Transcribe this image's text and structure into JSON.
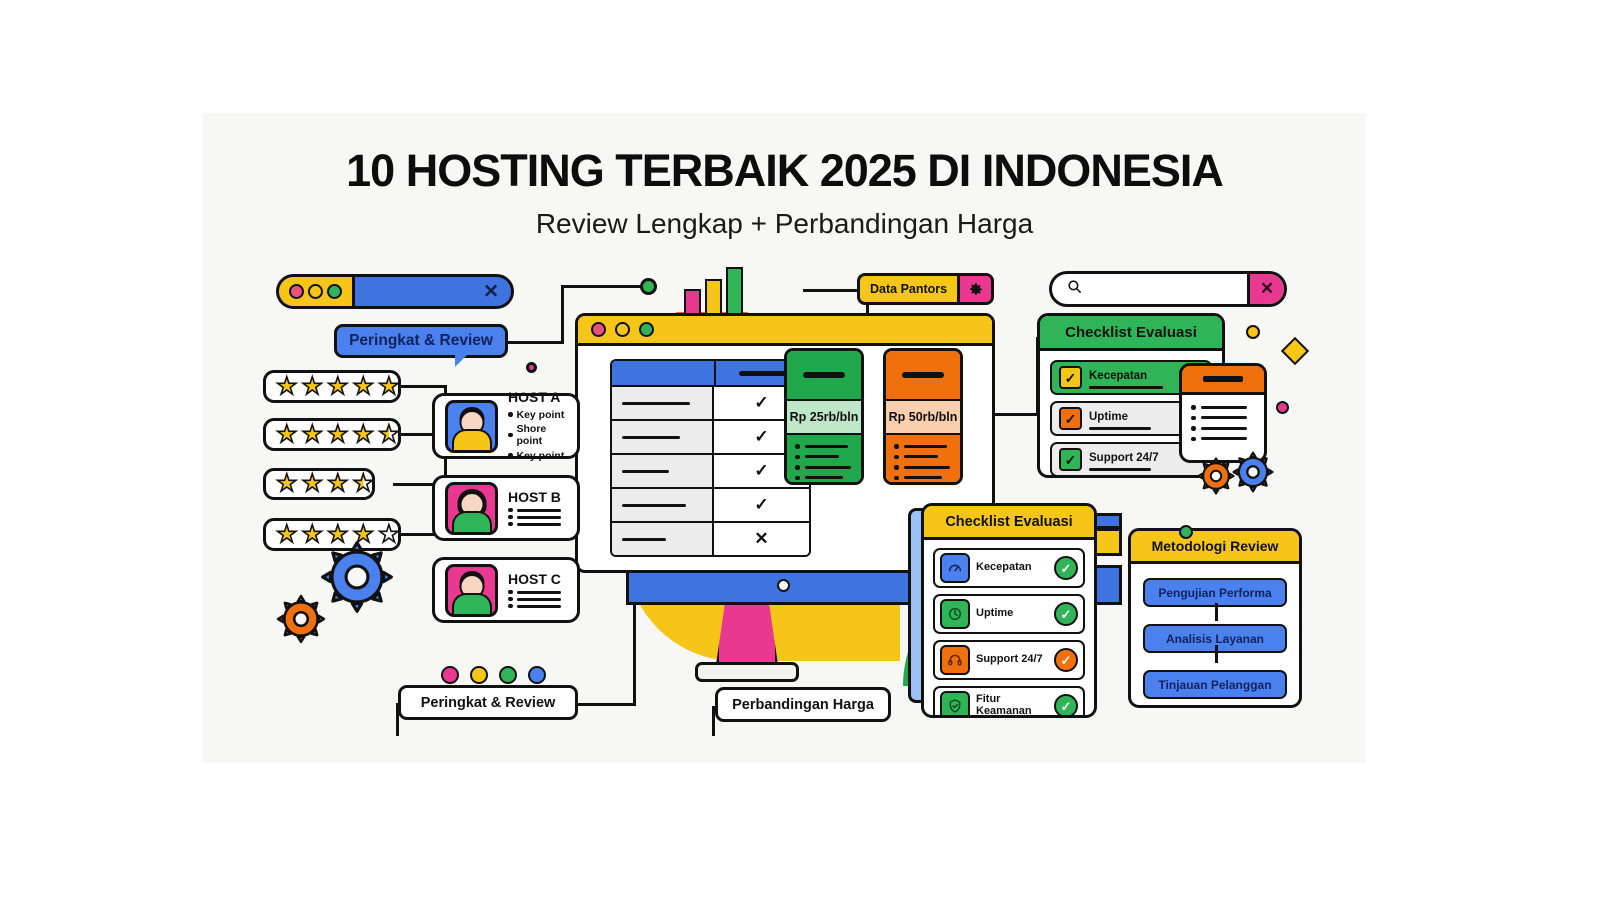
{
  "header": {
    "title": "10 HOSTING TERBAIK 2025 DI INDONESIA",
    "subtitle": "Review Lengkap + Perbandingan Harga"
  },
  "browser_pill": {
    "close_icon": "✕"
  },
  "callout_bubble": {
    "label": "Peringkat & Review"
  },
  "ratings": [
    {
      "name": "rating-5",
      "filled": 5,
      "half": 0,
      "empty": 0
    },
    {
      "name": "rating-4-5",
      "filled": 4,
      "half": 1,
      "empty": 0
    },
    {
      "name": "rating-4",
      "filled": 3,
      "half": 1,
      "empty": 0
    },
    {
      "name": "rating-4-of-5",
      "filled": 4,
      "half": 0,
      "empty": 1
    }
  ],
  "star_glyph": "★",
  "hosts": [
    {
      "name": "HOST A",
      "avatar_bg": "#4b81ef",
      "shirt": "#f5c518",
      "hair": "short",
      "points": [
        "Key point",
        "Shore point",
        "Key point"
      ],
      "text_points": true
    },
    {
      "name": "HOST B",
      "avatar_bg": "#e8388f",
      "shirt": "#2fb457",
      "hair": "long",
      "points": [
        "",
        "",
        ""
      ],
      "text_points": false
    },
    {
      "name": "HOST C",
      "avatar_bg": "#e8388f",
      "shirt": "#2fb457",
      "hair": "short",
      "points": [
        "",
        "",
        ""
      ],
      "text_points": false
    }
  ],
  "tag_data_pantors": {
    "label": "Data Pantors",
    "gear_icon": "gear-icon"
  },
  "search_bar": {
    "placeholder": "",
    "value": "",
    "search_icon": "search-icon",
    "close_icon": "✕"
  },
  "comparison_table": {
    "header_cols": [
      "",
      ""
    ],
    "rows": [
      {
        "label": "",
        "mark": "✓"
      },
      {
        "label": "",
        "mark": "✓"
      },
      {
        "label": "",
        "mark": "✓"
      },
      {
        "label": "",
        "mark": "✓"
      },
      {
        "label": "",
        "mark": "✕"
      }
    ]
  },
  "price_cards": [
    {
      "name": "price-card-green",
      "price": "Rp 25rb/bln",
      "color": "#1fa84c",
      "band": "#bde7c8",
      "bullets": 4
    },
    {
      "name": "price-card-orange",
      "price": "Rp 50rb/bln",
      "color": "#f0700d",
      "band": "#f9cfae",
      "bullets": 4
    }
  ],
  "checklist_top": {
    "title": "Checklist Evaluasi",
    "header_color": "#2fb457",
    "items": [
      {
        "label": "Kecepatan",
        "row_bg": "#2fb457",
        "box_color": "#f5c518",
        "check": "✓"
      },
      {
        "label": "Uptime",
        "row_bg": "#ececec",
        "box_color": "#f0700d",
        "check": "✓"
      },
      {
        "label": "Support 24/7",
        "row_bg": "#ececec",
        "box_color": "#2fb457",
        "check": "✓"
      }
    ]
  },
  "checklist_bottom": {
    "title": "Checklist Evaluasi",
    "header_color": "#f5c518",
    "items": [
      {
        "label": "Kecepatan",
        "icon": "speedometer-icon",
        "icon_bg": "#4b81ef",
        "status_color": "#2fb457",
        "check": "✓"
      },
      {
        "label": "Uptime",
        "icon": "clock-icon",
        "icon_bg": "#2fb457",
        "status_color": "#2fb457",
        "check": "✓"
      },
      {
        "label": "Support 24/7",
        "icon": "headset-icon",
        "icon_bg": "#f0700d",
        "status_color": "#f0700d",
        "check": "✓"
      },
      {
        "label": "Fitur Keamanan",
        "icon": "shield-icon",
        "icon_bg": "#2fb457",
        "status_color": "#2fb457",
        "check": "✓"
      }
    ]
  },
  "methodology": {
    "title": "Metodologi Review",
    "header_color": "#f5c518",
    "steps": [
      "Pengujian Performa",
      "Analisis Layanan",
      "Tinjauan Pelanggan"
    ]
  },
  "list_card": {
    "header_color": "#f0700d",
    "bullets": 4
  },
  "bottom_labels": {
    "ratings": "Peringkat & Review",
    "pricing": "Perbandingan Harga"
  },
  "decorations": {
    "bar_chart": [
      {
        "color": "#e8388f",
        "height": 22
      },
      {
        "color": "#f5c518",
        "height": 32
      },
      {
        "color": "#2fb457",
        "height": 44
      }
    ],
    "dot_row": [
      "#e8388f",
      "#f5c518",
      "#2fb457",
      "#4b81ef"
    ],
    "gear_blue": "#4b81ef",
    "gear_orange": "#f0700d",
    "diamond": "#f5c518",
    "dot_yellow": "#f5c518",
    "dot_pink": "#e8388f",
    "dot_green": "#2fb457"
  },
  "palette": {
    "blue": "#4b81ef",
    "yellow": "#f5c518",
    "green": "#2fb457",
    "orange": "#f0700d",
    "pink": "#e8388f",
    "ink": "#111111",
    "bg": "#f7f7f5"
  }
}
